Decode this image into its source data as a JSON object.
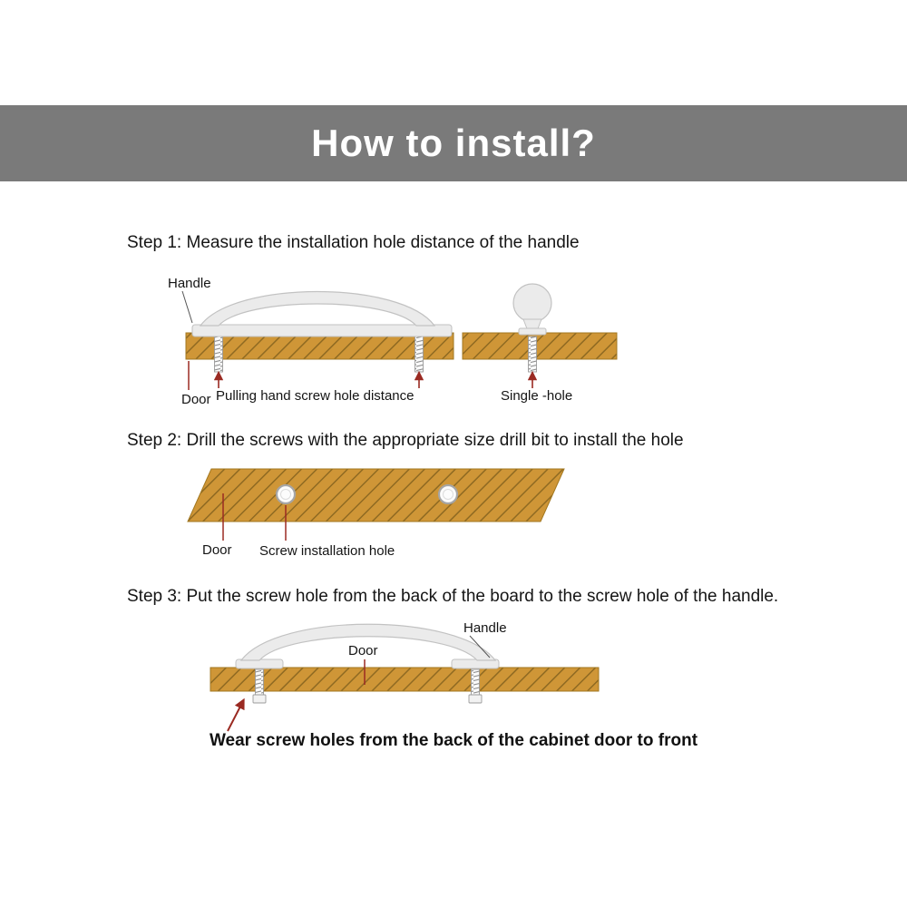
{
  "header": {
    "title": "How to install?"
  },
  "steps": [
    {
      "title": "Step 1: Measure the installation hole distance of the handle",
      "labels": {
        "handle": "Handle",
        "door": "Door",
        "distance": "Pulling hand screw hole distance",
        "single_hole": "Single -hole"
      }
    },
    {
      "title": "Step 2: Drill the screws with the appropriate size drill bit to install the hole",
      "labels": {
        "door": "Door",
        "screw_hole": "Screw installation hole"
      }
    },
    {
      "title": "Step 3: Put the screw hole from the back of the board to the screw hole of the handle.",
      "labels": {
        "handle": "Handle",
        "door": "Door"
      },
      "caption": "Wear screw holes from the back of the cabinet door to front"
    }
  ],
  "colors": {
    "banner_bg": "#7a7a7a",
    "banner_text": "#ffffff",
    "wood": "#cf9637",
    "wood_hatch": "#8f6a22",
    "wood_border": "#a2771f",
    "handle_fill": "#ebebeb",
    "handle_stroke": "#c2c2c2",
    "pointer_red": "#9a2a22",
    "label_text": "#141414"
  }
}
